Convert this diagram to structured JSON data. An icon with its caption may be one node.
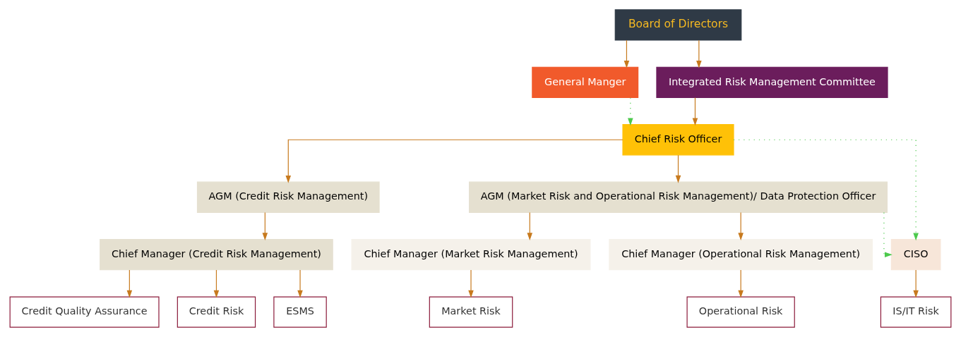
{
  "diagram": {
    "nodes": [
      {
        "text": [
          "Board of Directors"
        ]
      },
      {
        "text": [
          "General Manger"
        ]
      },
      {
        "text": [
          "Integrated Risk Management Committee"
        ]
      },
      {
        "text": [
          "Chief Risk Officer"
        ]
      },
      {
        "text": [
          "AGM (Credit Risk Management)"
        ]
      },
      {
        "text": [
          "AGM (Market Risk and Operational Risk Management)/ Data Protection Officer"
        ]
      },
      {
        "text": [
          "Chief Manager (Credit Risk Management)"
        ]
      },
      {
        "text": [
          "Chief Manager (Market Risk Management)"
        ]
      },
      {
        "text": [
          "Chief Manager (Operational Risk Management)"
        ]
      },
      {
        "text": [
          "CISO"
        ]
      },
      {
        "text": [
          "Credit Quality Assurance"
        ]
      },
      {
        "text": [
          "Credit Risk"
        ]
      },
      {
        "text": [
          "ESMS"
        ]
      },
      {
        "text": [
          "Market Risk"
        ]
      },
      {
        "text": [
          "Operational Risk"
        ]
      },
      {
        "text": [
          "IS/IT Risk"
        ]
      }
    ],
    "edges": [
      {
        "from": 0,
        "to": 1,
        "arrow": "to"
      },
      {
        "from": 0,
        "to": 2,
        "arrow": "to"
      },
      {
        "from": 1,
        "to": 3,
        "arrow": "to",
        "style": "dashed",
        "color": "#4cc94c"
      },
      {
        "from": 2,
        "to": 3,
        "arrow": "to"
      },
      {
        "from": 3,
        "to": 4,
        "arrow": "to"
      },
      {
        "from": 3,
        "to": 5,
        "arrow": "to"
      },
      {
        "from": 3,
        "to": 9,
        "arrow": "to",
        "style": "dashed",
        "color": "#4cc94c"
      },
      {
        "from": 4,
        "to": 6,
        "arrow": "to"
      },
      {
        "from": 5,
        "to": 7,
        "arrow": "to"
      },
      {
        "from": 5,
        "to": 8,
        "arrow": "to"
      },
      {
        "from": 5,
        "to": 9,
        "arrow": "to",
        "style": "dashed",
        "color": "#4cc94c"
      },
      {
        "from": 6,
        "to": 10,
        "arrow": "to"
      },
      {
        "from": 6,
        "to": 11,
        "arrow": "to"
      },
      {
        "from": 6,
        "to": 12,
        "arrow": "to"
      },
      {
        "from": 7,
        "to": 13,
        "arrow": "to"
      },
      {
        "from": 8,
        "to": 14,
        "arrow": "to"
      },
      {
        "from": 9,
        "to": 15,
        "arrow": "to"
      }
    ]
  }
}
